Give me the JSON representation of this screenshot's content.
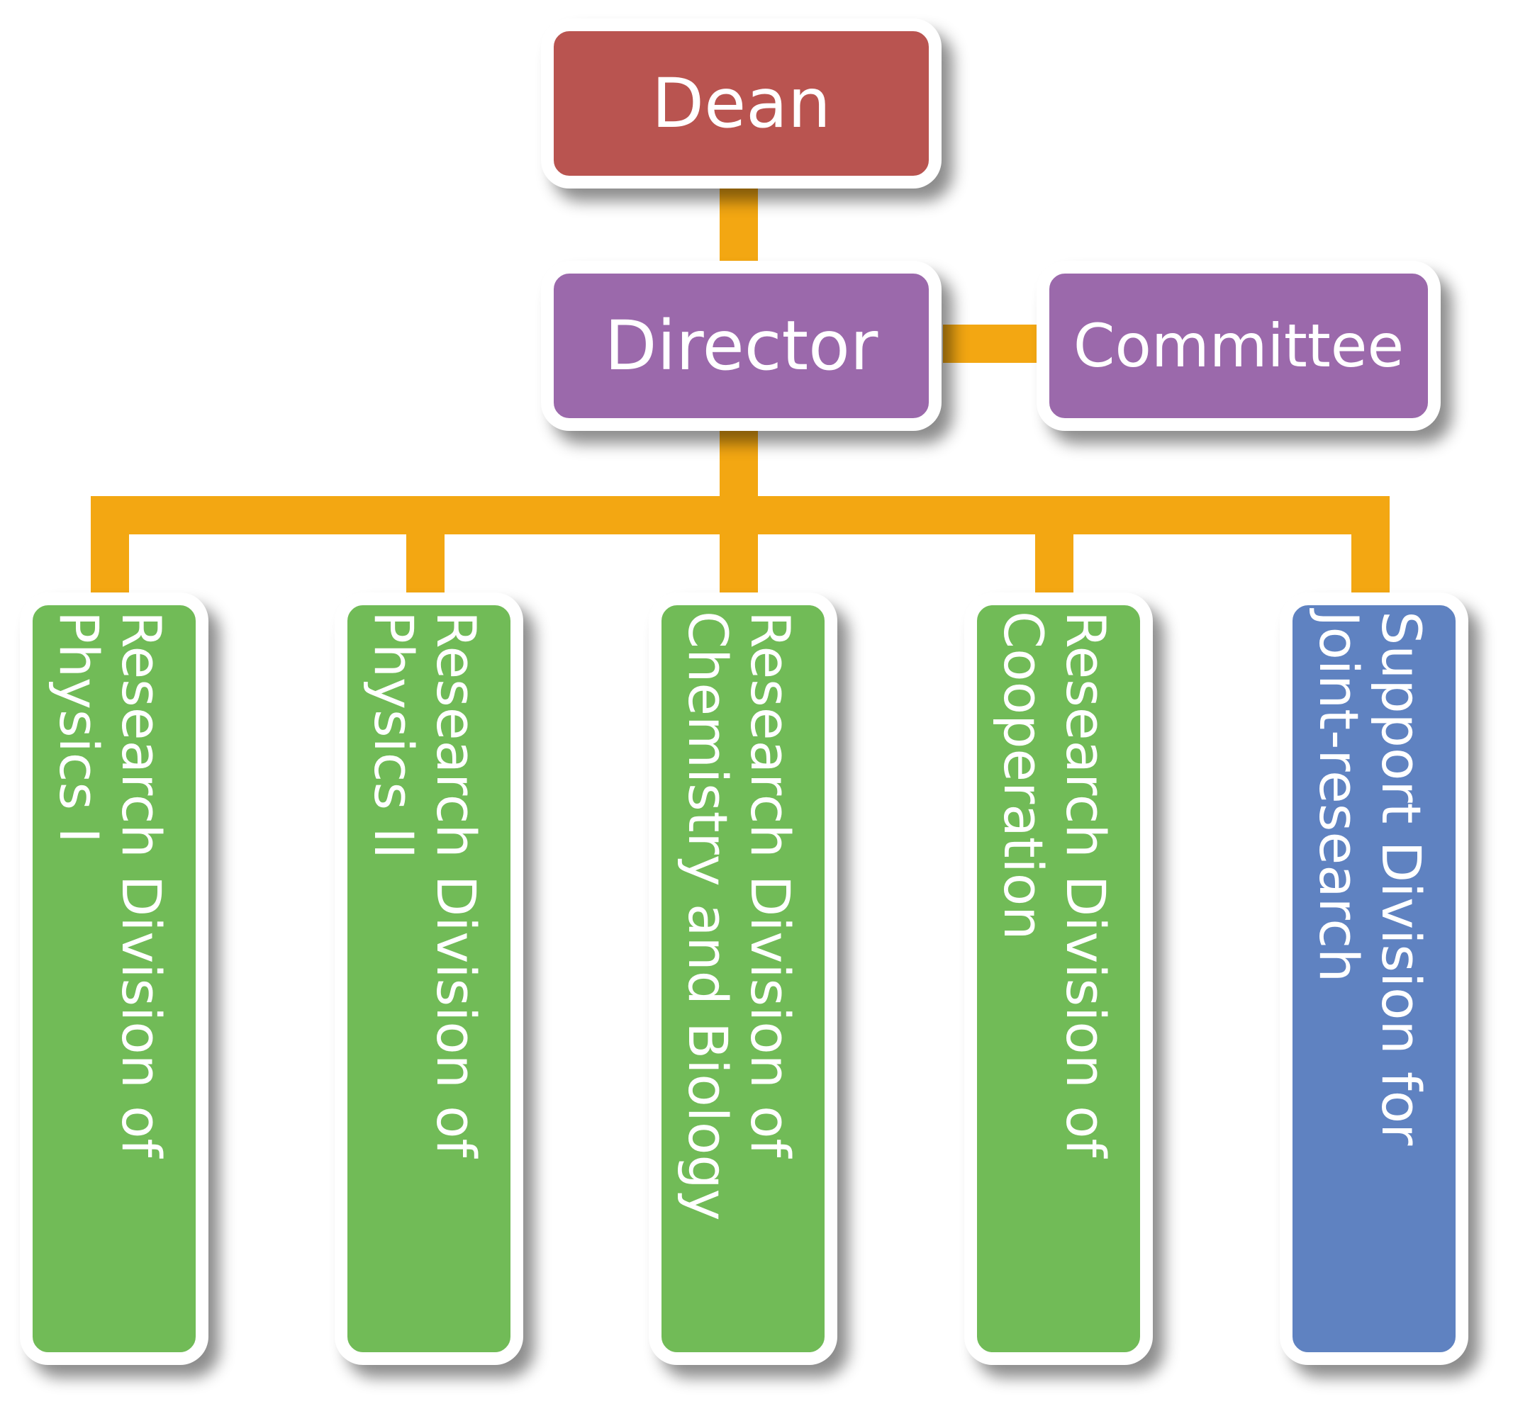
{
  "colors": {
    "connector": "#f3a712",
    "dean": "#b95450",
    "director": "#9b69ab",
    "committee": "#9b69ab",
    "research": "#71bb57",
    "support": "#5f82c1"
  },
  "nodes": {
    "dean": "Dean",
    "director": "Director",
    "committee": "Committee",
    "divisions": [
      {
        "lines": [
          "Research Division of",
          "Physics I"
        ]
      },
      {
        "lines": [
          "Research Division of",
          "Physics II"
        ]
      },
      {
        "lines": [
          "Research Division of",
          "Chemistry and Biology"
        ]
      },
      {
        "lines": [
          "Research Division of",
          "Cooperation"
        ]
      },
      {
        "lines": [
          "Support Division for",
          "Joint-research"
        ]
      }
    ]
  }
}
